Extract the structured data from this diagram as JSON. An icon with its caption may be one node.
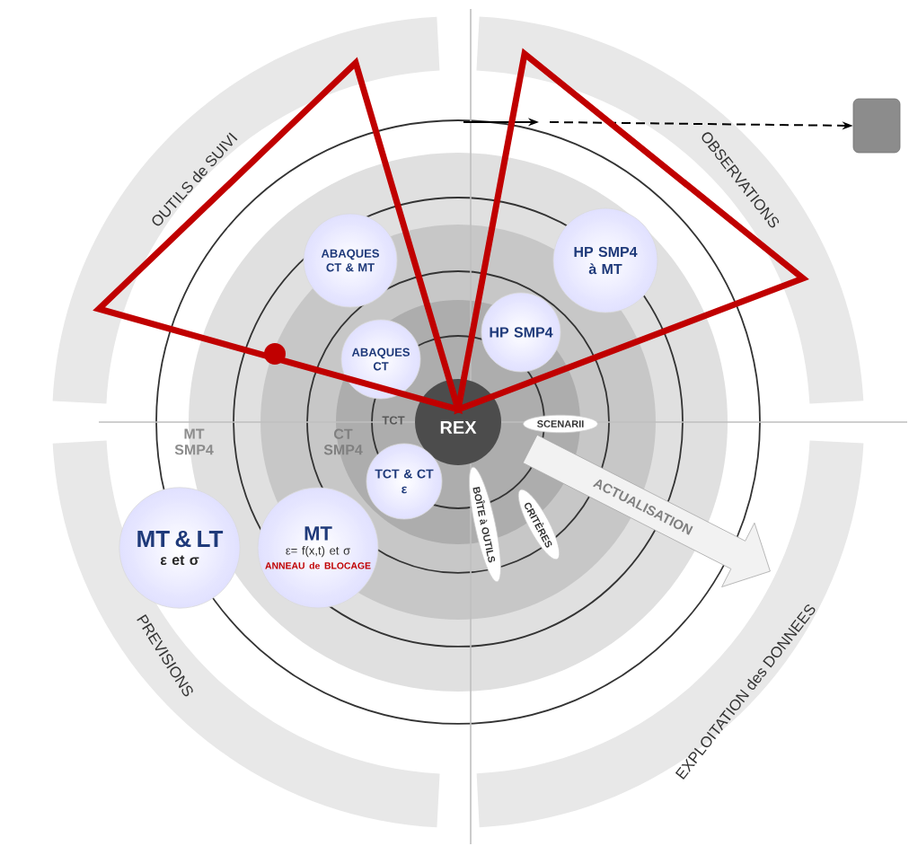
{
  "diagram": {
    "nodes": [
      {
        "text": [
          "REX"
        ]
      },
      {
        "text": [
          "ABAQUES CT & MT"
        ]
      },
      {
        "text": [
          "ABAQUES CT"
        ]
      },
      {
        "text": [
          "HP SMP4 à MT"
        ]
      },
      {
        "text": [
          "HP SMP4"
        ]
      },
      {
        "text": [
          "TCT & CT",
          "ε"
        ]
      },
      {
        "text": [
          "MT",
          "ε= f(x,t) et σ",
          "ANNEAU de BLOCAGE"
        ]
      },
      {
        "text": [
          "MT & LT",
          "ε et σ"
        ]
      },
      {
        "text": [
          "SCENARII"
        ]
      },
      {
        "text": [
          "CRITÈRES"
        ]
      },
      {
        "text": [
          "BOÎTE à OUTILS"
        ]
      },
      {
        "text": [
          "ACTUALISATION"
        ]
      },
      {
        "text": [],
        "shape": "box"
      }
    ],
    "edges": [
      {
        "from": null,
        "to": 12,
        "arrow": "to",
        "style": "dashed"
      }
    ],
    "labels": [
      "OUTILS de SUIVI",
      "OBSERVATIONS",
      "MT SMP4",
      "CT SMP4",
      "TCT",
      "PREVISIONS",
      "EXPLOITATION des DONNEES"
    ]
  }
}
